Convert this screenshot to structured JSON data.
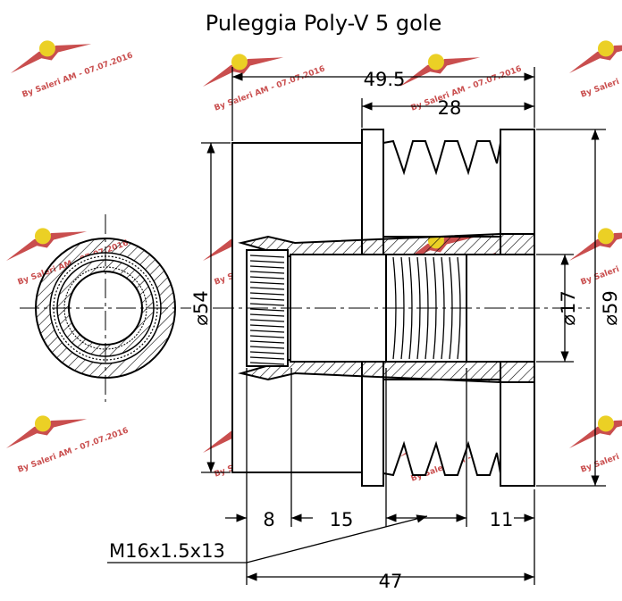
{
  "title": "Puleggia Poly-V 5 gole",
  "dimensions": {
    "overall_length_top": "49.5",
    "pulley_width": "28",
    "diameter_left": "⌀54",
    "diameter_bore": "⌀17",
    "diameter_right": "⌀59",
    "seg_left": "8",
    "seg_mid": "15",
    "seg_right": "11",
    "overall_length_bottom": "47",
    "thread": "M16x1.5x13"
  },
  "watermark": {
    "text": "By Saleri AM - 07.07.2016",
    "color": "#c03030",
    "logo_color": "#e8c800"
  }
}
